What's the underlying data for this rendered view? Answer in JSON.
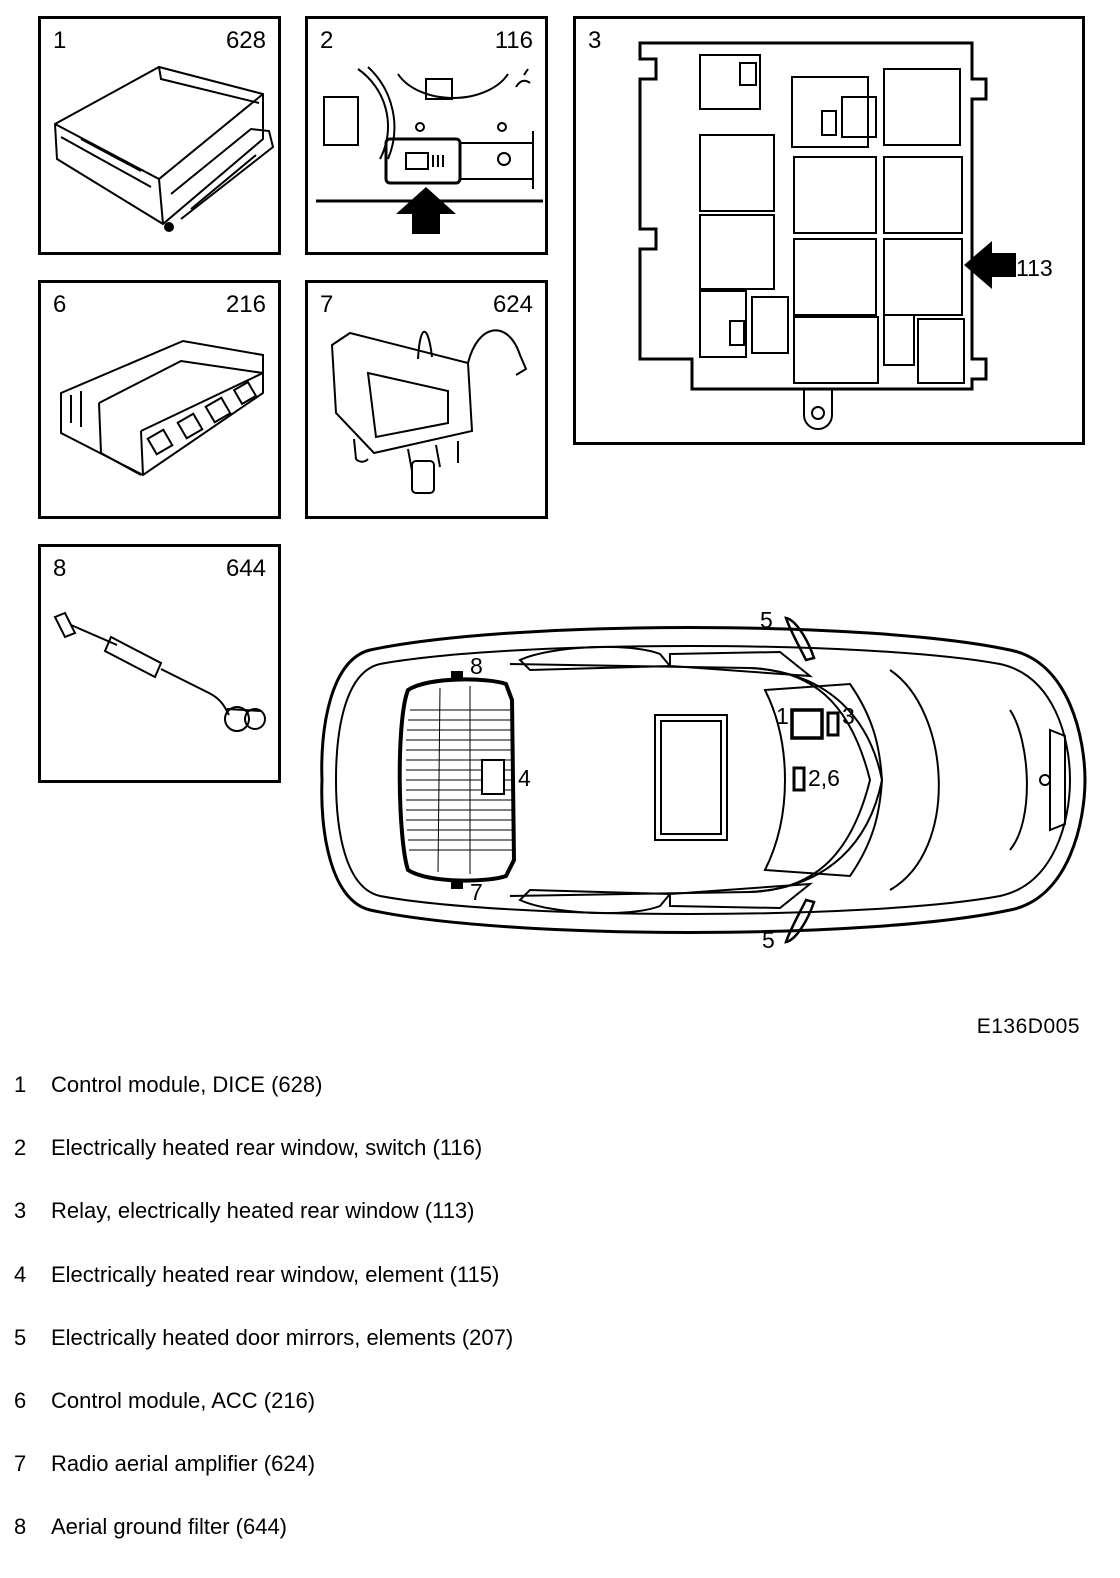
{
  "panels": [
    {
      "num": "1",
      "code": "628"
    },
    {
      "num": "2",
      "code": "116"
    },
    {
      "num": "3",
      "code": "113"
    },
    {
      "num": "6",
      "code": "216"
    },
    {
      "num": "7",
      "code": "624"
    },
    {
      "num": "8",
      "code": "644"
    }
  ],
  "car_labels": {
    "mirror_top": "5",
    "mirror_bottom": "5",
    "filter": "8",
    "amplifier": "7",
    "rear_window": "4",
    "dice": "1",
    "relay": "3",
    "switch_acc": "2,6"
  },
  "figure_code": "E136D005",
  "legend": [
    {
      "num": "1",
      "text": "Control module, DICE (628)"
    },
    {
      "num": "2",
      "text": "Electrically heated rear window, switch (116)"
    },
    {
      "num": "3",
      "text": "Relay, electrically heated rear window (113)"
    },
    {
      "num": "4",
      "text": "Electrically heated rear window, element (115)"
    },
    {
      "num": "5",
      "text": "Electrically heated door mirrors, elements (207)"
    },
    {
      "num": "6",
      "text": "Control module, ACC (216)"
    },
    {
      "num": "7",
      "text": "Radio aerial amplifier (624)"
    },
    {
      "num": "8",
      "text": "Aerial ground filter (644)"
    }
  ]
}
